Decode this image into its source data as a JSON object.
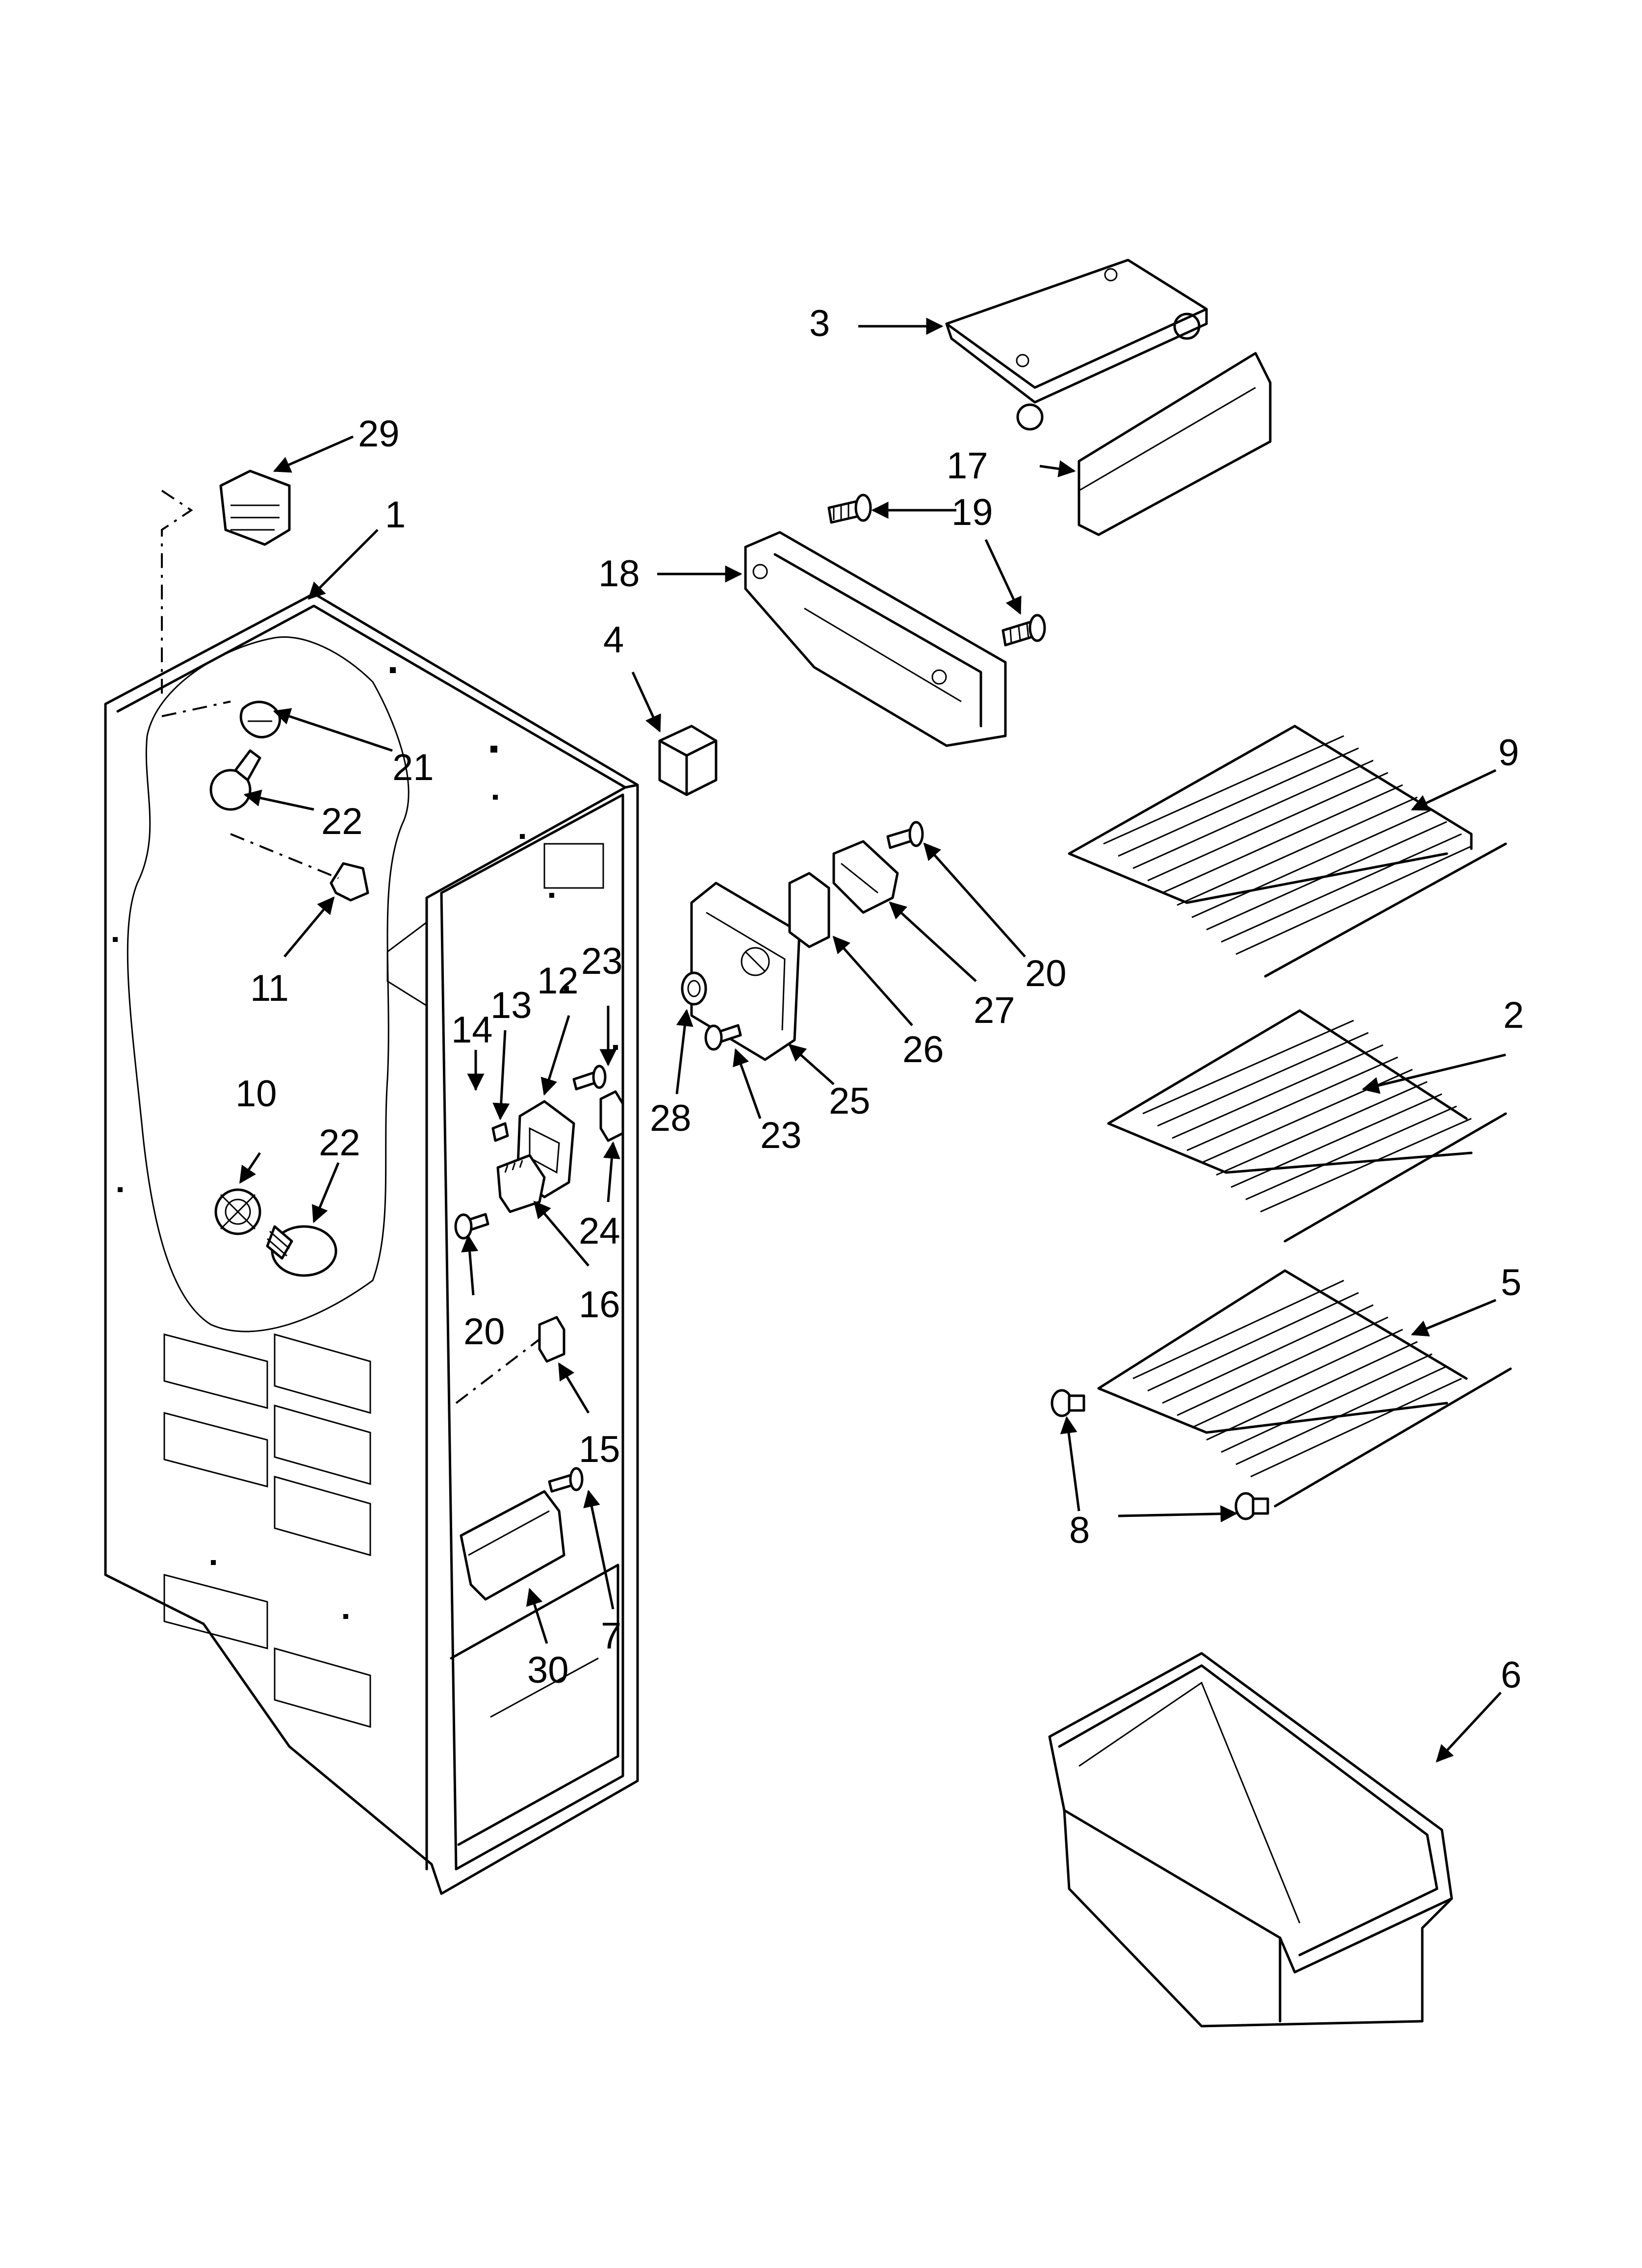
{
  "diagram": {
    "callouts": [
      {
        "id": "c1",
        "label": "1"
      },
      {
        "id": "c2",
        "label": "2"
      },
      {
        "id": "c3",
        "label": "3"
      },
      {
        "id": "c4",
        "label": "4"
      },
      {
        "id": "c5",
        "label": "5"
      },
      {
        "id": "c6",
        "label": "6"
      },
      {
        "id": "c7",
        "label": "7"
      },
      {
        "id": "c8",
        "label": "8"
      },
      {
        "id": "c9",
        "label": "9"
      },
      {
        "id": "c10",
        "label": "10"
      },
      {
        "id": "c11",
        "label": "11"
      },
      {
        "id": "c12",
        "label": "12"
      },
      {
        "id": "c13",
        "label": "13"
      },
      {
        "id": "c14",
        "label": "14"
      },
      {
        "id": "c15",
        "label": "15"
      },
      {
        "id": "c16",
        "label": "16"
      },
      {
        "id": "c17",
        "label": "17"
      },
      {
        "id": "c18",
        "label": "18"
      },
      {
        "id": "c19",
        "label": "19"
      },
      {
        "id": "c20a",
        "label": "20"
      },
      {
        "id": "c20b",
        "label": "20"
      },
      {
        "id": "c21",
        "label": "21"
      },
      {
        "id": "c22a",
        "label": "22"
      },
      {
        "id": "c22b",
        "label": "22"
      },
      {
        "id": "c23a",
        "label": "23"
      },
      {
        "id": "c23b",
        "label": "23"
      },
      {
        "id": "c24",
        "label": "24"
      },
      {
        "id": "c25",
        "label": "25"
      },
      {
        "id": "c26",
        "label": "26"
      },
      {
        "id": "c27",
        "label": "27"
      },
      {
        "id": "c28",
        "label": "28"
      },
      {
        "id": "c29",
        "label": "29"
      },
      {
        "id": "c30",
        "label": "30"
      }
    ]
  }
}
